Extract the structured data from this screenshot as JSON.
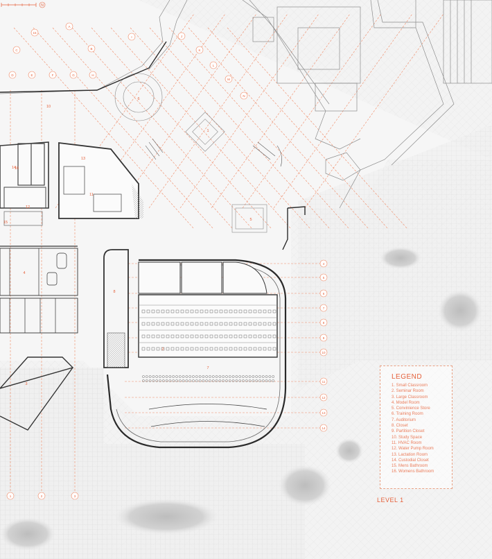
{
  "legend": {
    "title": "LEGEND",
    "items": [
      "1. Small Classroom",
      "2. Seminar Room",
      "3. Large Classroom",
      "4. Model Room",
      "5. Convinience Store",
      "6. Training Room",
      "7. Auditorium",
      "8. Closet",
      "9. Partition Closet",
      "10. Study Space",
      "11. HVAC Room",
      "12. Water Pump Room",
      "13. Lactation Room",
      "14. Custodial Closet",
      "15. Mens Bathroom",
      "16. Womens Bathroom"
    ]
  },
  "level_label": "LEVEL 1",
  "scale": {
    "north": "N"
  },
  "colors": {
    "accent": "#e5603a",
    "grid": "#f08a66",
    "wall": "#2b2b2b",
    "paving": "#d4d4d4"
  },
  "room_labels": [
    "1",
    "2",
    "3",
    "4",
    "5",
    "6",
    "7",
    "8",
    "10",
    "11",
    "12",
    "13",
    "14",
    "15",
    "16"
  ],
  "grid_labels": [
    "1",
    "2",
    "3",
    "4",
    "5",
    "6",
    "7",
    "8",
    "9",
    "10",
    "11",
    "12",
    "13",
    "14",
    "15",
    "A",
    "B",
    "C",
    "D",
    "E",
    "F",
    "G",
    "H",
    "I",
    "J",
    "K",
    "L",
    "M",
    "N"
  ]
}
